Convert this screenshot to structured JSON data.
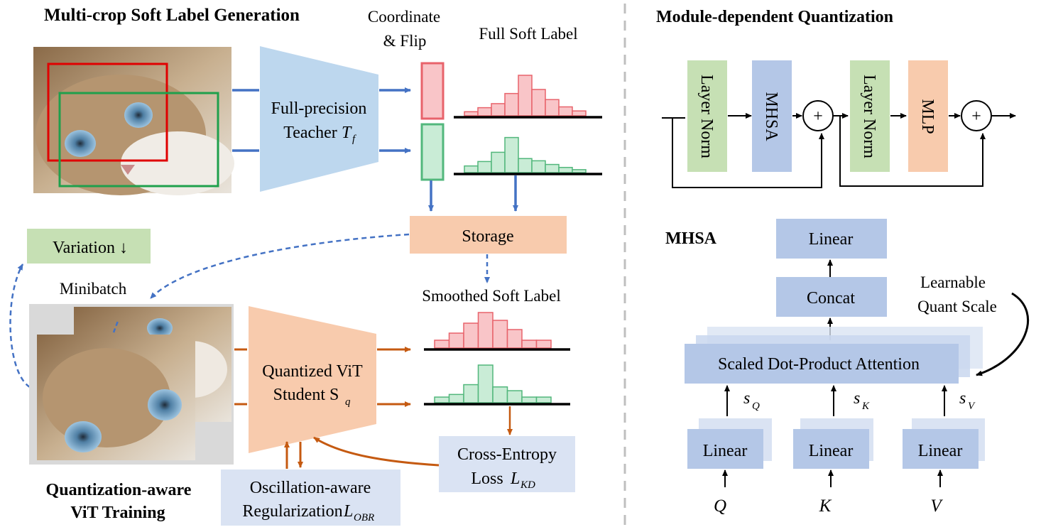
{
  "left": {
    "title_top": "Multi-crop Soft Label Generation",
    "coordinate_line1": "Coordinate",
    "coordinate_line2": "& Flip",
    "full_soft_label": "Full Soft Label",
    "teacher_line1": "Full-precision",
    "teacher_line2": "Teacher",
    "teacher_symbol": "T",
    "teacher_sub": "f",
    "storage": "Storage",
    "variation": "Variation ↓",
    "minibatch": "Minibatch",
    "smoothed_soft_label": "Smoothed Soft Label",
    "student_line1": "Quantized ViT",
    "student_line2": "Student S",
    "student_sub": "q",
    "ce_line1": "Cross-Entropy",
    "ce_line2": "Loss",
    "ce_symbol": "L",
    "ce_sub": "KD",
    "obr_line1": "Oscillation-aware",
    "obr_line2": "Regularization",
    "obr_symbol": "L",
    "obr_sub": "OBR",
    "title_bottom_line1": "Quantization-aware",
    "title_bottom_line2": "ViT Training"
  },
  "right": {
    "title": "Module-dependent Quantization",
    "layer_norm_1": "Layer Norm",
    "mhsa_block": "MHSA",
    "layer_norm_2": "Layer Norm",
    "mlp_block": "MLP",
    "plus": "+",
    "mhsa_title": "MHSA",
    "linear_top": "Linear",
    "concat": "Concat",
    "attention": "Scaled Dot-Product Attention",
    "learnable_line1": "Learnable",
    "learnable_line2": "Quant Scale",
    "linear_q": "Linear",
    "linear_k": "Linear",
    "linear_v": "Linear",
    "input_q": "Q",
    "input_k": "K",
    "input_v": "V",
    "scale_q": "s",
    "scale_q_sub": "Q",
    "scale_k": "s",
    "scale_k_sub": "K",
    "scale_v": "s",
    "scale_v_sub": "V"
  },
  "histograms": {
    "full_red": [
      0.1,
      0.2,
      0.3,
      0.55,
      1.0,
      0.65,
      0.4,
      0.22,
      0.12
    ],
    "full_green": [
      0.18,
      0.3,
      0.55,
      0.95,
      0.38,
      0.32,
      0.22,
      0.14,
      0.08
    ],
    "smoothed_red": [
      0.22,
      0.42,
      0.7,
      1.0,
      0.78,
      0.52,
      0.22,
      0.22
    ],
    "smoothed_green": [
      0.15,
      0.22,
      0.48,
      1.0,
      0.42,
      0.32,
      0.15,
      0.15
    ]
  },
  "colors": {
    "red_fill": "#f9c5c8",
    "red_stroke": "#e8636b",
    "green_fill": "#c9ecd6",
    "green_stroke": "#52b77c",
    "blue_arrow": "#4472c4",
    "orange_arrow": "#c55a11",
    "teacher_fill": "#bdd7ee",
    "student_fill": "#f8cbad",
    "storage_fill": "#f8cbad",
    "variation_fill": "#c6e0b4",
    "layernorm_fill": "#c6e0b4",
    "mhsa_fill": "#b4c7e7",
    "mlp_fill": "#f8cbad",
    "linear_fill": "#b4c7e7",
    "label_box_fill": "#dae3f3",
    "divider": "#bfbfbf"
  }
}
